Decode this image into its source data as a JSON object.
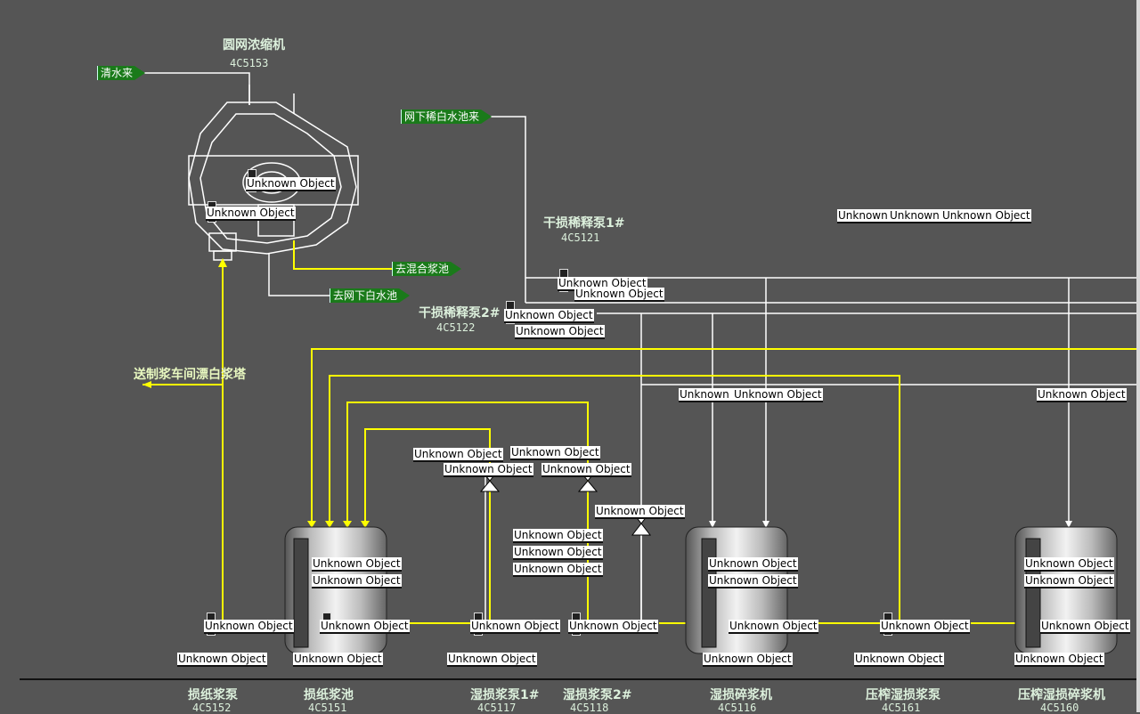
{
  "title": {
    "thickener_name": "圆网浓缩机",
    "thickener_tag": "4C5153"
  },
  "flags": {
    "clear_water": "清水来",
    "white_water_in": "网下稀白水池来",
    "to_mix_chest": "去混合浆池",
    "to_white_water": "去网下白水池"
  },
  "pumps": {
    "dry_pump1_name": "干损稀释泵1#",
    "dry_pump1_tag": "4C5121",
    "dry_pump2_name": "干损稀释泵2#",
    "dry_pump2_tag": "4C5122"
  },
  "side_label": "送制浆车间漂白浆塔",
  "placeholder": "Unknown Object",
  "bottom": [
    {
      "name": "损纸浆泵",
      "tag": "4C5152"
    },
    {
      "name": "损纸浆池",
      "tag": "4C5151"
    },
    {
      "name": "湿损浆泵1#",
      "tag": "4C5117"
    },
    {
      "name": "湿损浆泵2#",
      "tag": "4C5118"
    },
    {
      "name": "湿损碎浆机",
      "tag": "4C5116"
    },
    {
      "name": "压榨湿损浆泵",
      "tag": "4C5161"
    },
    {
      "name": "压榨湿损碎浆机",
      "tag": "4C5160"
    }
  ],
  "colors": {
    "background": "#555555",
    "pipe_white": "#ffffff",
    "pipe_yellow": "#ffff00",
    "flag_green": "#1a7a1a"
  }
}
